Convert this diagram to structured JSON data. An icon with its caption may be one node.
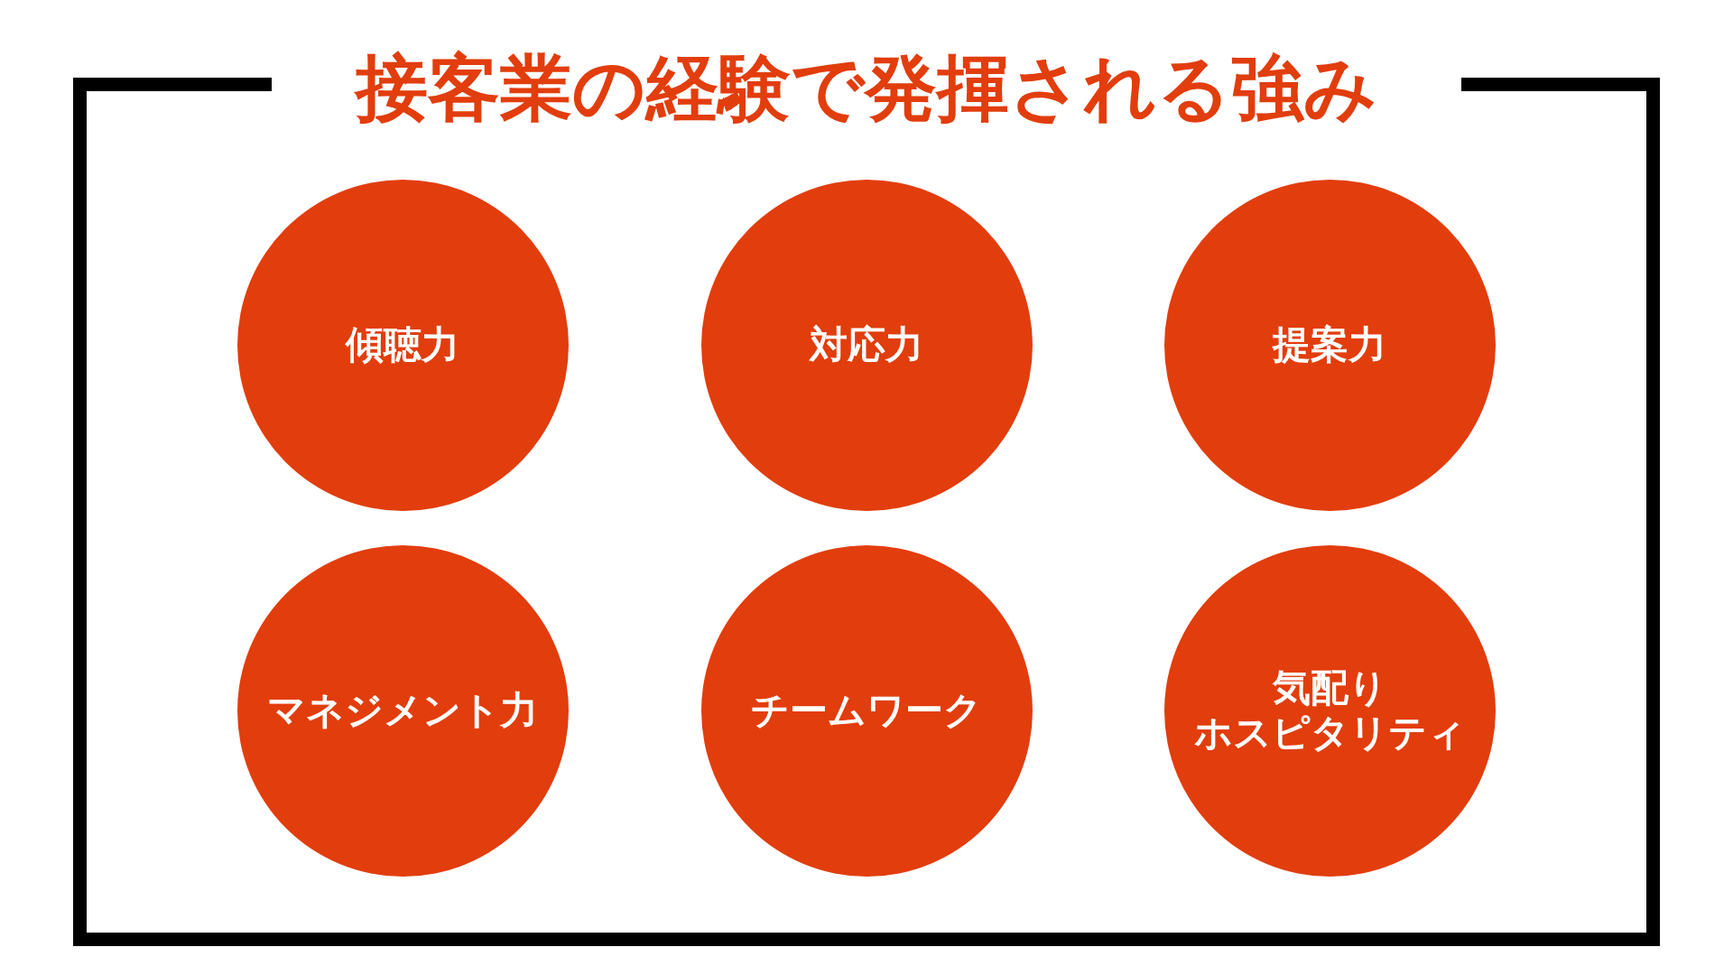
{
  "diagram": {
    "title": "接客業の経験で発揮される強み",
    "nodes": [
      {
        "text": [],
        "shape": "box"
      },
      {
        "text": [
          "傾聴力"
        ],
        "in": 0
      },
      {
        "text": [
          "対応力"
        ],
        "in": 0
      },
      {
        "text": [
          "提案力"
        ],
        "in": 0
      },
      {
        "text": [
          "マネジメント力"
        ],
        "in": 0
      },
      {
        "text": [
          "チームワーク"
        ],
        "in": 0
      },
      {
        "text": [
          "気配り",
          "ホスピタリティ"
        ],
        "in": 0
      }
    ]
  }
}
